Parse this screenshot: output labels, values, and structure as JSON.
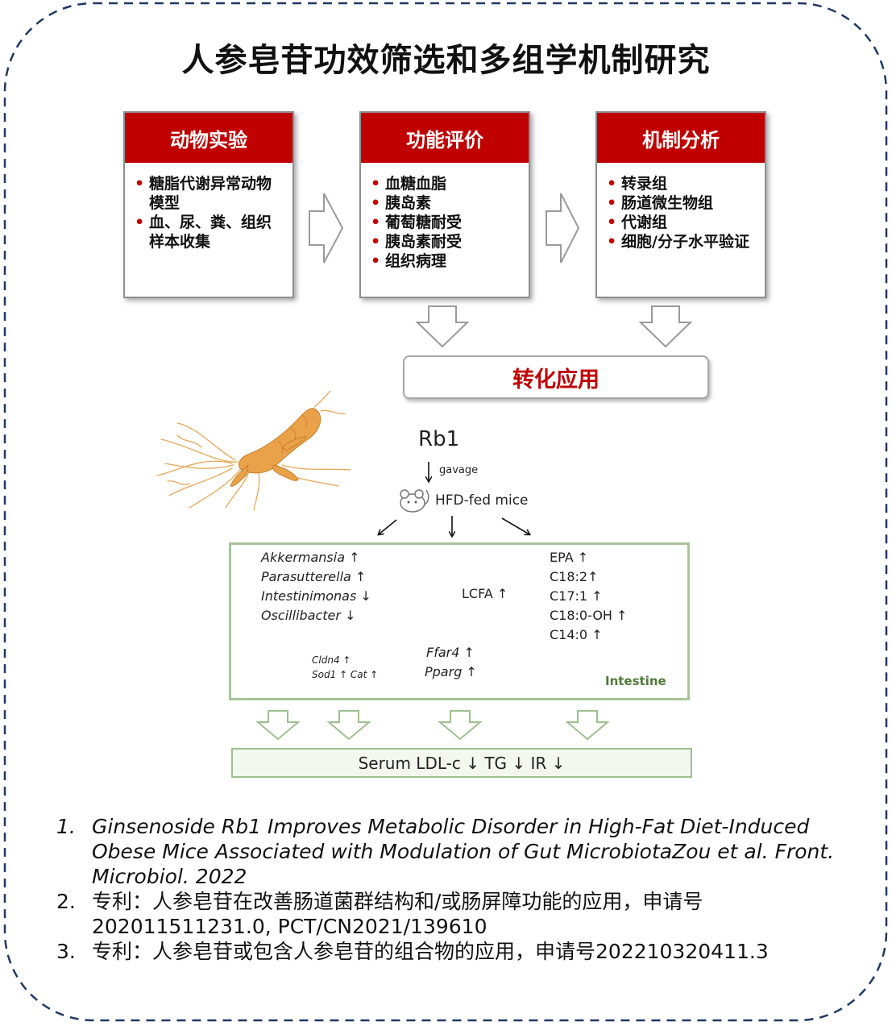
{
  "title": "人参皂苷功效筛选和多组学机制研究",
  "cards": [
    {
      "header": "动物实验",
      "items": [
        "糖脂代谢异常动物模型",
        "血、尿、粪、组织样本收集"
      ]
    },
    {
      "header": "功能评价",
      "items": [
        "血糖血脂",
        "胰岛素",
        "葡萄糖耐受",
        "胰岛素耐受",
        "组织病理"
      ]
    },
    {
      "header": "机制分析",
      "items": [
        "转录组",
        "肠道微生物组",
        "代谢组",
        "细胞/分子水平验证"
      ]
    }
  ],
  "application": "转化应用",
  "mechanism": {
    "compound": "Rb1",
    "route": "gavage",
    "model": "HFD-fed mice",
    "bacteria": [
      "Akkermansia ↑",
      "Parasutterella ↑",
      "Intestinimonas ↓",
      "Oscillibacter ↓"
    ],
    "lcfa": "LCFA ↑",
    "fatty_acids": [
      "EPA ↑",
      "C18:2↑",
      "C17:1 ↑",
      "C18:0-OH ↑",
      "C14:0 ↑"
    ],
    "barrier_genes": [
      "Cldn4 ↑",
      "Sod1 ↑  Cat ↑"
    ],
    "receptors": [
      "Ffar4 ↑",
      "Pparg ↑"
    ],
    "tissue": "Intestine",
    "outcome": "Serum LDL-c ↓ TG ↓ IR ↓"
  },
  "references": [
    {
      "num": "1.",
      "text": "Ginsenoside Rb1 Improves Metabolic Disorder in High-Fat Diet-Induced Obese Mice Associated with Modulation of Gut MicrobiotaZou et al. Front. Microbiol. 2022"
    },
    {
      "num": "2.",
      "text": "专利：人参皂苷在改善肠道菌群结构和/或肠屏障功能的应用，申请号202011511231.0, PCT/CN2021/139610"
    },
    {
      "num": "3.",
      "text": "专利：人参皂苷或包含人参皂苷的组合物的应用，申请号202210320411.3"
    }
  ],
  "colors": {
    "accent_red": "#c00000",
    "green_border": "#a9c49b",
    "frame_dash": "#1f3864",
    "ginseng": "#e9a24a"
  },
  "icons": [
    "ginseng-root-illustration",
    "mouse-icon",
    "right-arrow-icon",
    "down-arrow-icon"
  ]
}
